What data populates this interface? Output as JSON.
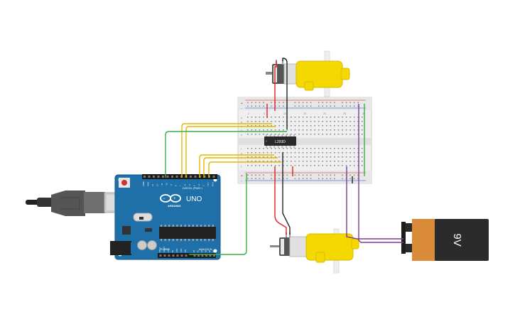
{
  "breadboard": {
    "rail_plus": "+",
    "rail_minus": "-",
    "column_numbers": [
      "1",
      "5",
      "10",
      "15",
      "20",
      "25",
      "30"
    ],
    "row_letters_top": [
      "a",
      "b",
      "c",
      "d",
      "e"
    ],
    "row_letters_bottom": [
      "f",
      "g",
      "h",
      "i",
      "j"
    ]
  },
  "ic": {
    "label": "L293D"
  },
  "arduino": {
    "brand": "ARDUINO",
    "model": "UNO",
    "digital_label": "DIGITAL (PWM~)",
    "power_label": "POWER",
    "analog_label": "ANALOG IN",
    "pin_labels_top": [
      "AREF",
      "GND",
      "13",
      "12",
      "~11",
      "~10",
      "~9",
      "8",
      "7",
      "~6",
      "~5",
      "4",
      "~3",
      "2",
      "TX 1",
      "RX 0"
    ],
    "pin_labels_power": [
      "IOREF",
      "RESET",
      "3.3V",
      "5V",
      "GND",
      "GND",
      "VIN"
    ],
    "pin_labels_analog": [
      "A0",
      "A1",
      "A2",
      "A3",
      "A4",
      "A5"
    ]
  },
  "battery": {
    "label": "9V"
  },
  "colors": {
    "wire_yellow": "#e6b800",
    "wire_green": "#3cb043",
    "wire_red": "#e02020",
    "wire_black": "#222222",
    "wire_purple": "#7d3c98",
    "motor_yellow": "#f5d800",
    "arduino_blue": "#1f6fa8",
    "battery_orange": "#d98b3a",
    "battery_dark": "#2b2b2b"
  }
}
